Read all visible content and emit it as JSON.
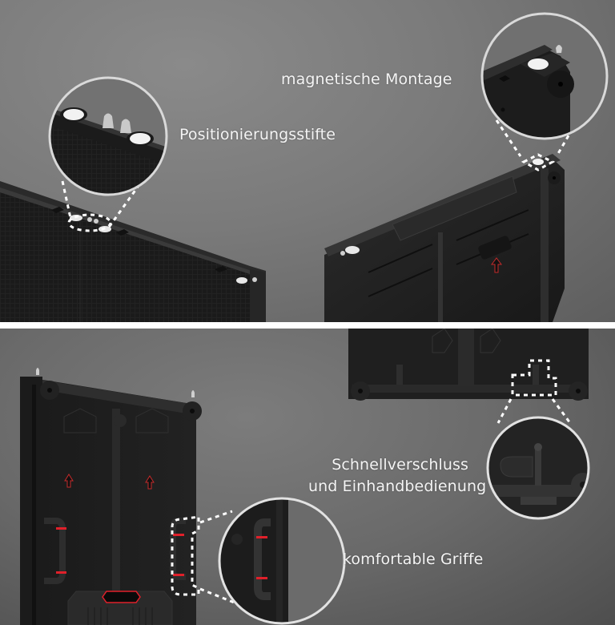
{
  "image": {
    "description": "LED display cabinet feature illustration with four callouts",
    "language": "de"
  },
  "panels": {
    "top": {
      "callouts": [
        {
          "id": "positioning-pins",
          "label": "Positionierungsstifte",
          "icon": "positioning-pin-icon"
        },
        {
          "id": "magnetic-mount",
          "label": "magnetische Montage",
          "icon": "magnet-mount-icon"
        }
      ]
    },
    "bottom": {
      "callouts": [
        {
          "id": "quick-lock",
          "label_line1": "Schnellverschluss",
          "label_line2": "und Einhandbedienung",
          "icon": "quick-lock-icon"
        },
        {
          "id": "handles",
          "label": "komfortable Griffe",
          "icon": "handle-icon"
        }
      ]
    }
  },
  "colors": {
    "background": "#7a7a7a",
    "cabinet": "#1e1e1e",
    "cabinet_edge": "#2f2f2f",
    "callout_ring": "#d9d9d9",
    "dashed_line": "#ffffff",
    "accent_red": "#e0202a",
    "caption_text": "#f4f4f4"
  }
}
